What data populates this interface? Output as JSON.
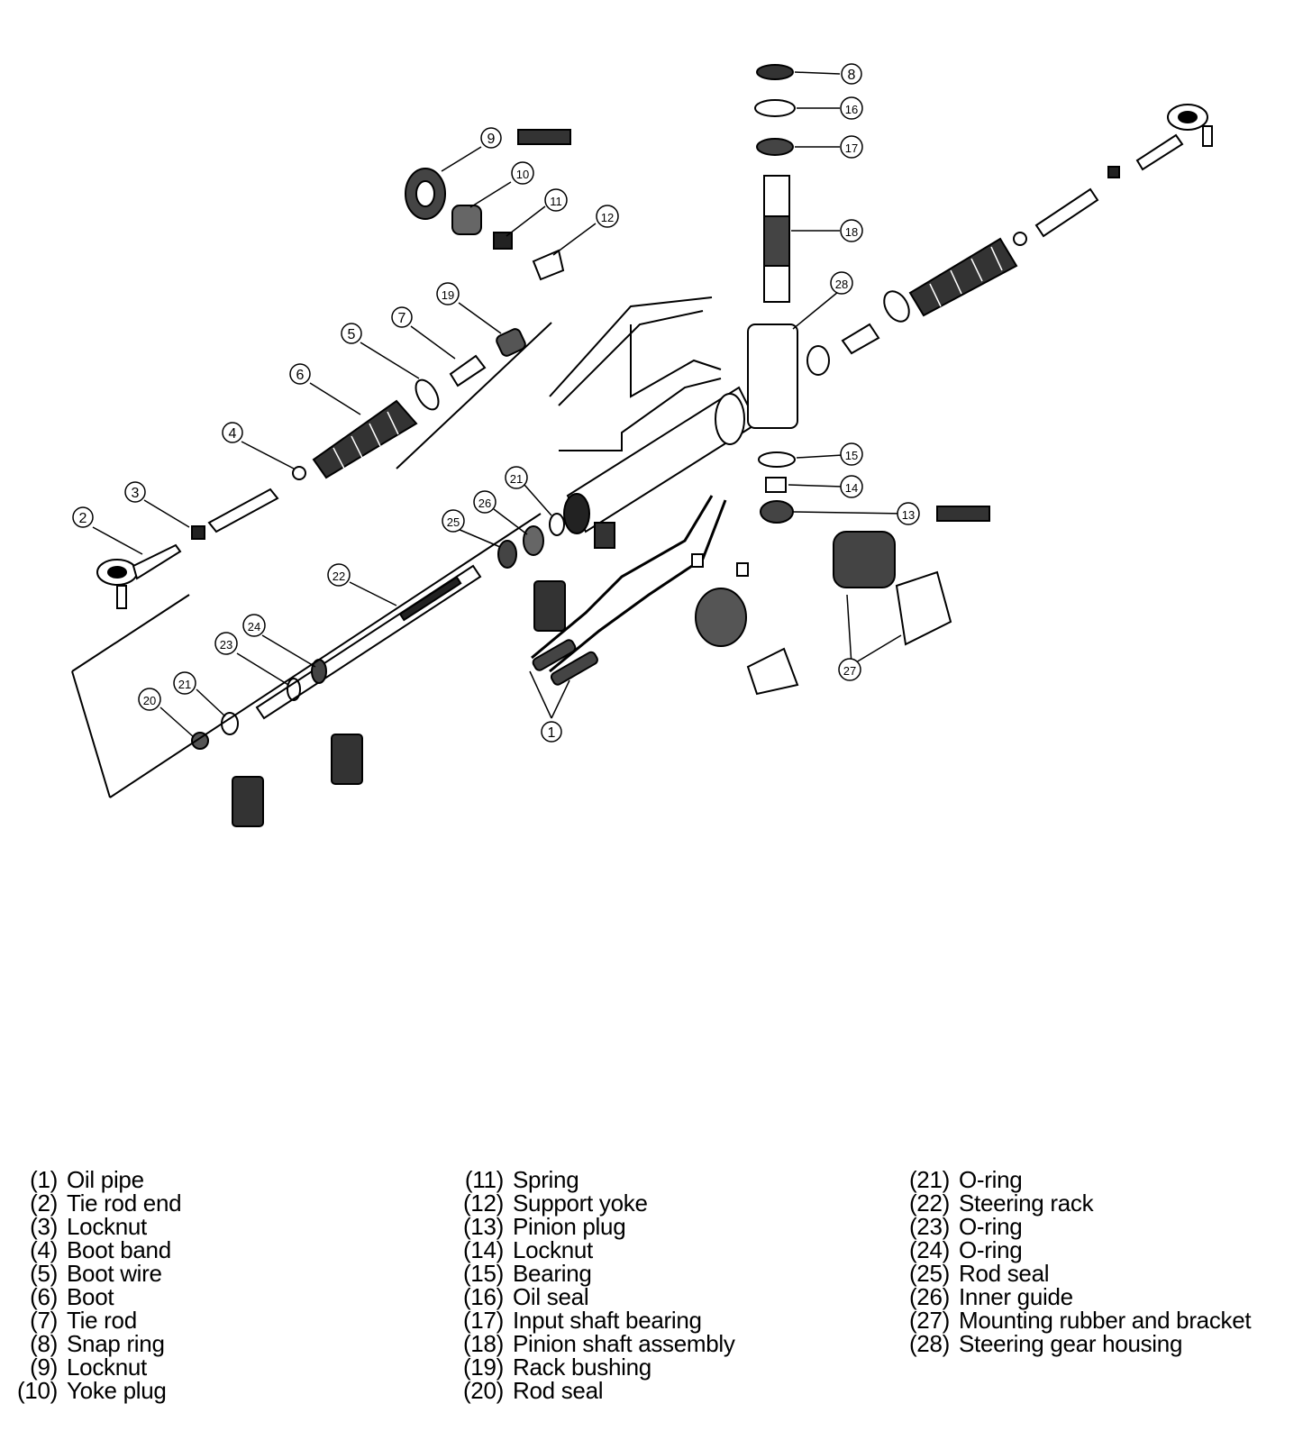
{
  "callouts": [
    "1",
    "2",
    "3",
    "4",
    "5",
    "6",
    "7",
    "8",
    "9",
    "10",
    "11",
    "12",
    "13",
    "14",
    "15",
    "16",
    "17",
    "18",
    "19",
    "20",
    "21",
    "22",
    "23",
    "24",
    "25",
    "26",
    "27",
    "28"
  ],
  "legend": {
    "col1": [
      {
        "num": "(1)",
        "name": "Oil pipe"
      },
      {
        "num": "(2)",
        "name": "Tie rod end"
      },
      {
        "num": "(3)",
        "name": "Locknut"
      },
      {
        "num": "(4)",
        "name": "Boot band"
      },
      {
        "num": "(5)",
        "name": "Boot wire"
      },
      {
        "num": "(6)",
        "name": "Boot"
      },
      {
        "num": "(7)",
        "name": "Tie rod"
      },
      {
        "num": "(8)",
        "name": "Snap ring"
      },
      {
        "num": "(9)",
        "name": "Locknut"
      },
      {
        "num": "(10)",
        "name": "Yoke plug"
      }
    ],
    "col2": [
      {
        "num": "(11)",
        "name": "Spring"
      },
      {
        "num": "(12)",
        "name": "Support yoke"
      },
      {
        "num": "(13)",
        "name": "Pinion plug"
      },
      {
        "num": "(14)",
        "name": "Locknut"
      },
      {
        "num": "(15)",
        "name": "Bearing"
      },
      {
        "num": "(16)",
        "name": "Oil seal"
      },
      {
        "num": "(17)",
        "name": "Input shaft bearing"
      },
      {
        "num": "(18)",
        "name": "Pinion shaft assembly"
      },
      {
        "num": "(19)",
        "name": "Rack bushing"
      },
      {
        "num": "(20)",
        "name": "Rod seal"
      }
    ],
    "col3": [
      {
        "num": "(21)",
        "name": "O-ring"
      },
      {
        "num": "(22)",
        "name": "Steering rack"
      },
      {
        "num": "(23)",
        "name": "O-ring"
      },
      {
        "num": "(24)",
        "name": "O-ring"
      },
      {
        "num": "(25)",
        "name": "Rod seal"
      },
      {
        "num": "(26)",
        "name": "Inner guide"
      },
      {
        "num": "(27)",
        "name": "Mounting rubber and bracket"
      },
      {
        "num": "(28)",
        "name": "Steering gear housing"
      }
    ]
  }
}
